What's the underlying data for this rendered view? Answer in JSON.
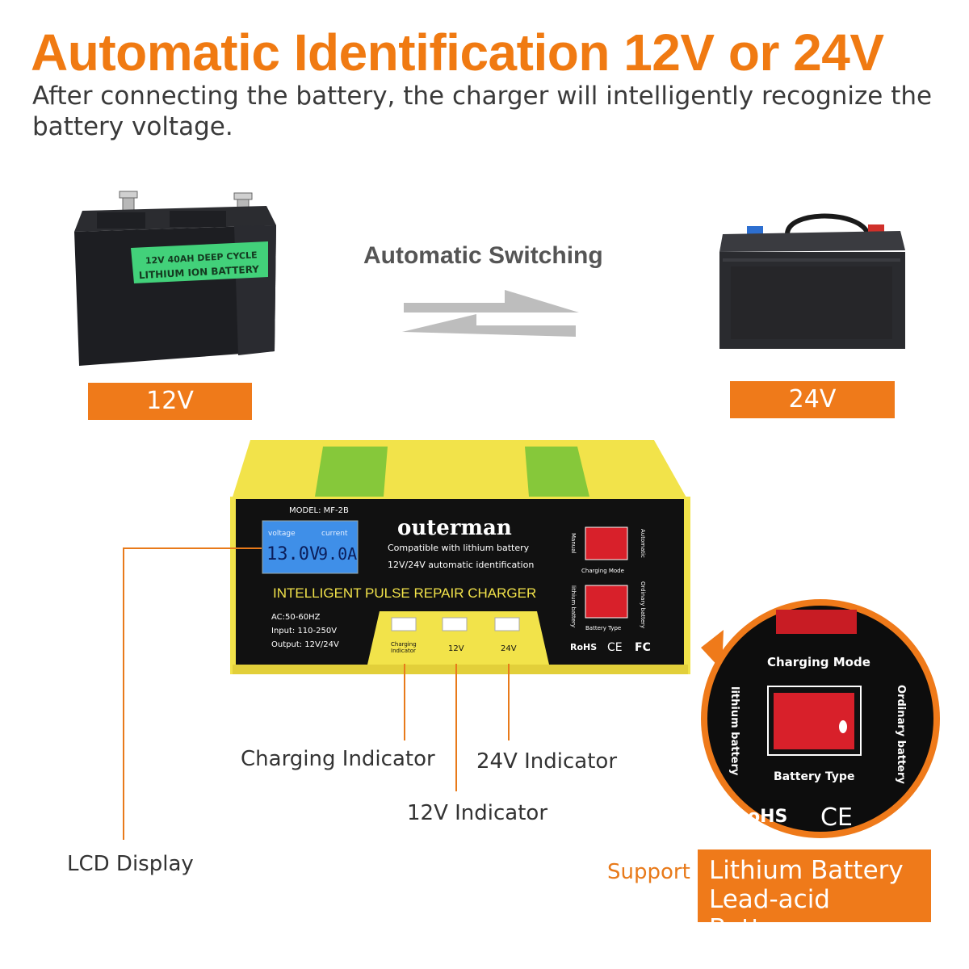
{
  "headline": "Automatic Identification 12V or 24V",
  "subline": "After connecting the battery, the charger will intelligently recognize the battery voltage.",
  "switching_label": "Automatic Switching",
  "left_battery": {
    "label_line1": "12V 40AH DEEP CYCLE",
    "label_line2": "LITHIUM ION BATTERY",
    "voltage_tag": "12V"
  },
  "right_battery": {
    "voltage_tag": "24V"
  },
  "charger": {
    "model": "MODEL: MF-2B",
    "brand": "outerman",
    "feature1": "Compatible with lithium battery",
    "feature2": "12V/24V automatic identification",
    "lcd_label_left": "voltage",
    "lcd_label_right": "current",
    "lcd_voltage": "13.0V",
    "lcd_current": "9.0A",
    "title": "INTELLIGENT PULSE REPAIR CHARGER",
    "spec1": "AC:50-60HZ",
    "spec2": "Input: 110-250V",
    "spec3": "Output: 12V/24V",
    "ind_charging_1": "Charging",
    "ind_charging_2": "Indicator",
    "ind_12v": "12V",
    "ind_24v": "24V",
    "sw_manual": "Manual",
    "sw_automatic": "Automatic",
    "sw_charging_mode": "Charging Mode",
    "sw_lithium": "lithium battery",
    "sw_ordinary": "Ordinary battery",
    "sw_battery_type": "Battery Type",
    "cert_rohs": "RoHS",
    "cert_ce": "CE",
    "cert_fc": "FC"
  },
  "callouts": {
    "charging_indicator": "Charging Indicator",
    "v24_indicator": "24V Indicator",
    "v12_indicator": "12V Indicator",
    "lcd_display": "LCD Display"
  },
  "zoom": {
    "charging_mode": "Charging Mode",
    "lithium": "lithium battery",
    "ordinary": "Ordinary battery",
    "battery_type": "Battery Type",
    "rohs": "oHS",
    "ce": "CE"
  },
  "support": {
    "label": "Support",
    "line1": "Lithium Battery",
    "line2": "Lead-acid Battery"
  },
  "colors": {
    "accent": "#ef7a1a",
    "charger_yellow": "#f2e34a",
    "charger_green": "#86c83a",
    "panel_black": "#111111",
    "lcd_blue": "#3f8fe8",
    "switch_red": "#d8202a"
  }
}
